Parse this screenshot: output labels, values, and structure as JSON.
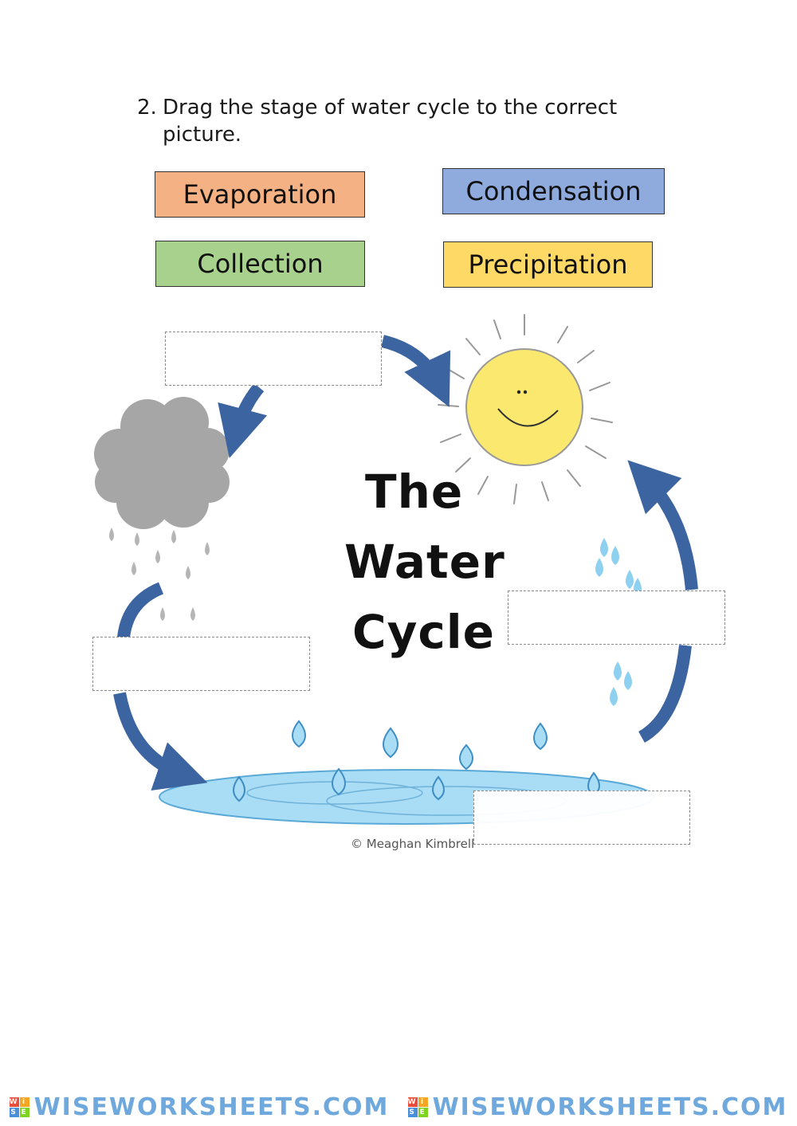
{
  "instruction": {
    "number": "2.",
    "text": "Drag the stage of water cycle to the correct picture."
  },
  "stages": [
    {
      "label": "Evaporation",
      "color": "#f4b183"
    },
    {
      "label": "Condensation",
      "color": "#8faadc"
    },
    {
      "label": "Collection",
      "color": "#a9d18e"
    },
    {
      "label": "Precipitation",
      "color": "#ffd966"
    }
  ],
  "diagram": {
    "title_line1": "The",
    "title_line2": "Water",
    "title_line3": "Cycle",
    "credit": "© Meaghan Kimbrell",
    "arrow_color": "#3b64a0",
    "water_color": "#a9dcf5",
    "cloud_color": "#a6a6a6",
    "sun_color": "#fbe86e"
  },
  "footer": {
    "brand": "WISEWORKSHEETS.COM",
    "badge_letters": [
      "W",
      "i",
      "S",
      "E"
    ]
  }
}
